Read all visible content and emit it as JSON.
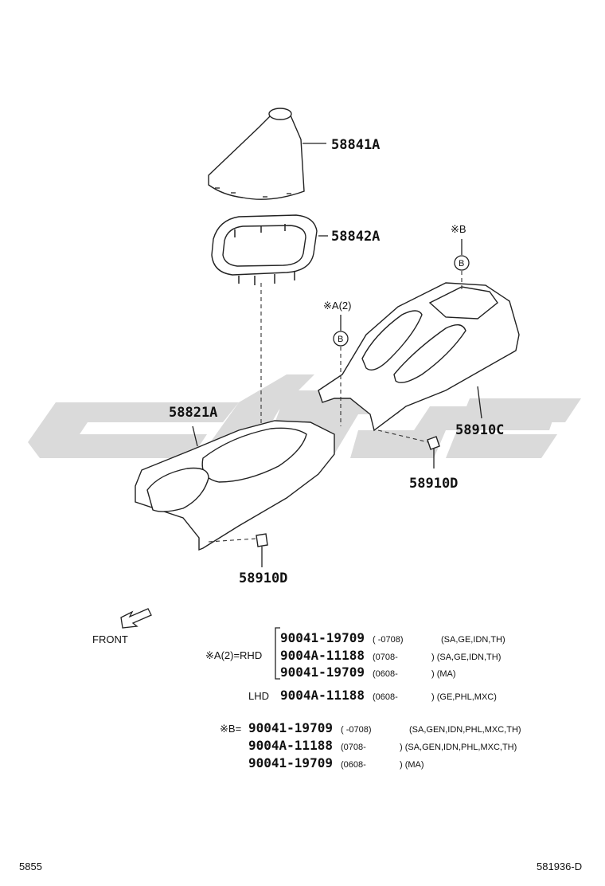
{
  "parts": {
    "boot": "58841A",
    "boot_retainer": "58842A",
    "front_console": "58821A",
    "rear_console": "58910C",
    "clip_right": "58910D",
    "clip_bottom": "58910D"
  },
  "refs": {
    "ref_a": "※A(2)",
    "ref_b": "※B",
    "circle_a": "B",
    "circle_b": "B"
  },
  "front_label": "FRONT",
  "notes": {
    "a_label": "※A(2)=RHD",
    "a_rows": [
      {
        "part": "90041-19709",
        "range": "(       -0708)",
        "codes": "(SA,GE,IDN,TH)"
      },
      {
        "part": "9004A-11188",
        "range": "(0708-",
        "codes": ") (SA,GE,IDN,TH)"
      },
      {
        "part": "90041-19709",
        "range": "(0608-",
        "codes": ") (MA)"
      }
    ],
    "lhd_label": "LHD",
    "lhd_row": {
      "part": "9004A-11188",
      "range": "(0608-",
      "codes": ") (GE,PHL,MXC)"
    },
    "b_label": "※B=",
    "b_rows": [
      {
        "part": "90041-19709",
        "range": "(       -0708)",
        "codes": "(SA,GEN,IDN,PHL,MXC,TH)"
      },
      {
        "part": "9004A-11188",
        "range": "(0708-",
        "codes": ") (SA,GEN,IDN,PHL,MXC,TH)"
      },
      {
        "part": "90041-19709",
        "range": "(0608-",
        "codes": ") (MA)"
      }
    ]
  },
  "footer": {
    "left": "5855",
    "right": "581936-D"
  }
}
